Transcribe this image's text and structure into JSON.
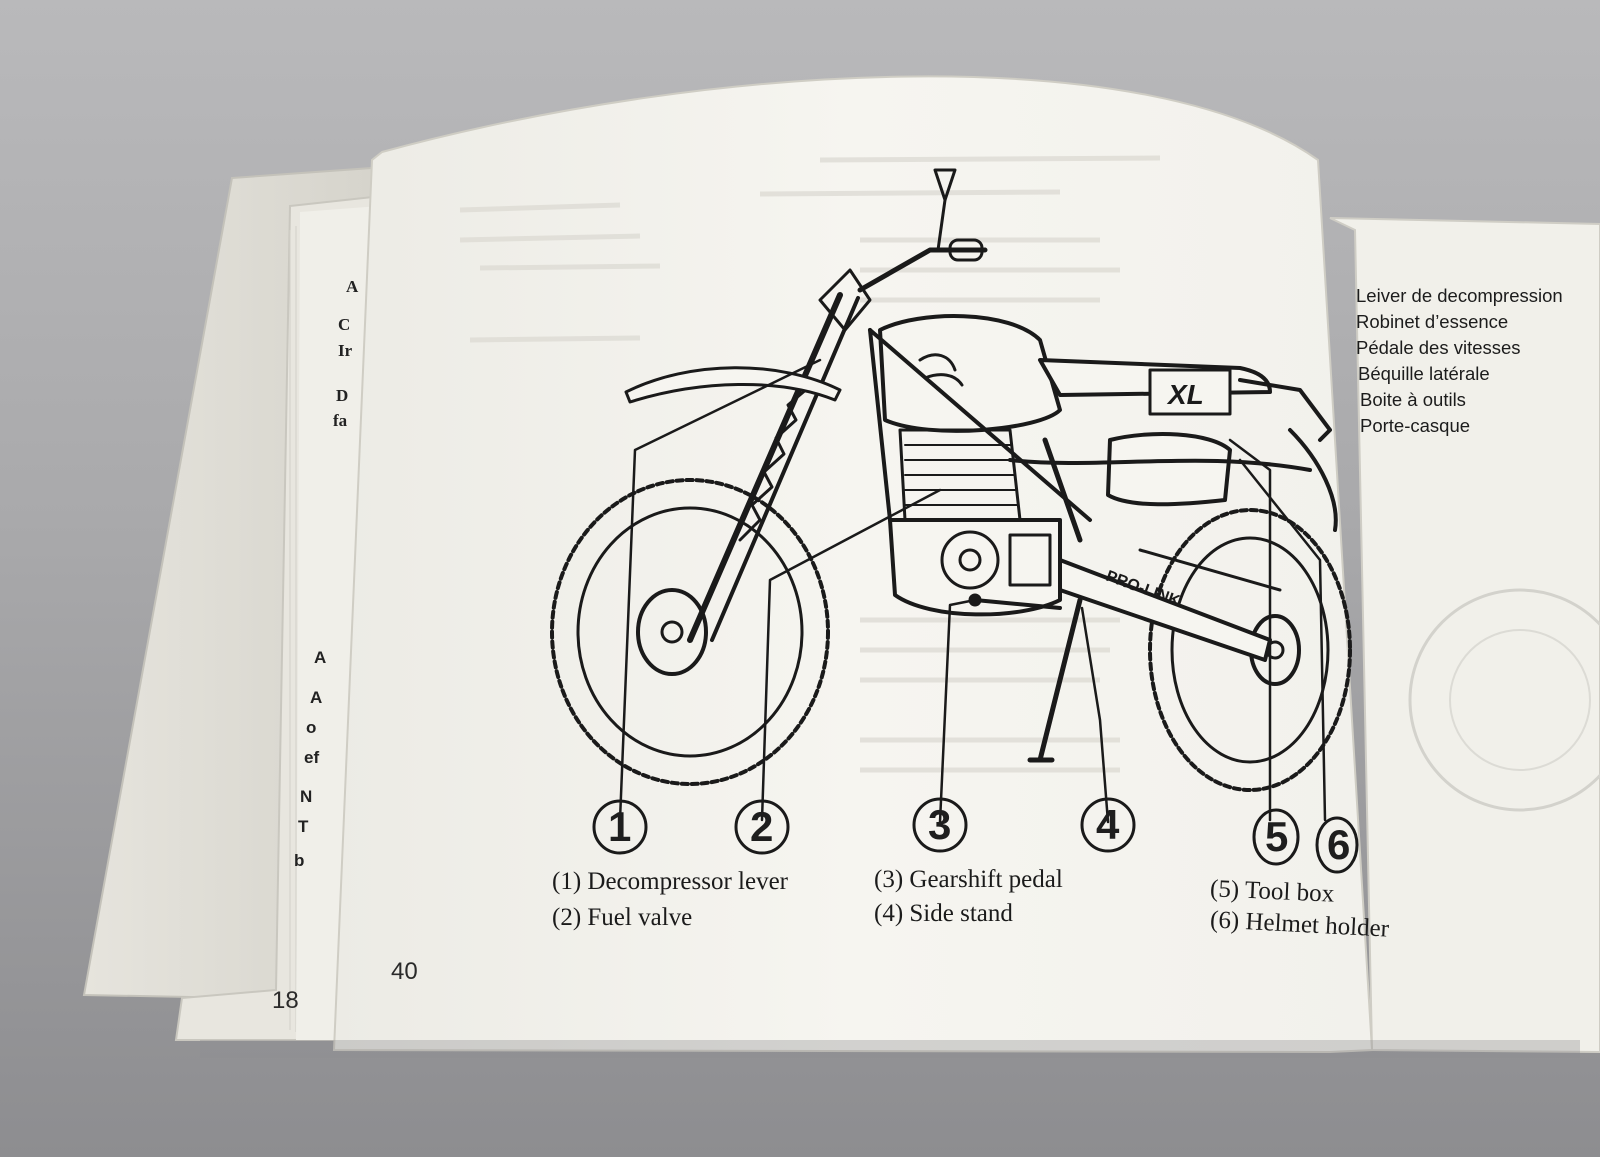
{
  "page": {
    "number": "40",
    "underlying_page_number": "18"
  },
  "callouts": {
    "labels": [
      "1",
      "2",
      "3",
      "4",
      "5",
      "6"
    ]
  },
  "captions": {
    "items": [
      "(1) Decompressor lever",
      "(2) Fuel valve",
      "(3) Gearshift pedal",
      "(4) Side stand",
      "(5) Tool box",
      "(6) Helmet holder"
    ]
  },
  "french_labels": {
    "items": [
      "Leiver de decompression",
      "Robinet d’essence",
      "Pédale des vitesses",
      "Béquille latérale",
      "Boite à outils",
      "Porte-casque"
    ]
  },
  "motorcycle_markings": {
    "tank_badge": "XL",
    "swingarm": "PRO-LINK"
  },
  "left_page_fragments": {
    "lines": [
      "A",
      "C",
      "Ir",
      "D",
      "fa",
      "A",
      "A",
      "o",
      "ef",
      "N",
      "T",
      "b"
    ]
  },
  "colors": {
    "paper": "#f4f3ee",
    "paper_shadow": "#dcdad2",
    "ink": "#1a1a1a",
    "background": "#a9a9ab"
  }
}
